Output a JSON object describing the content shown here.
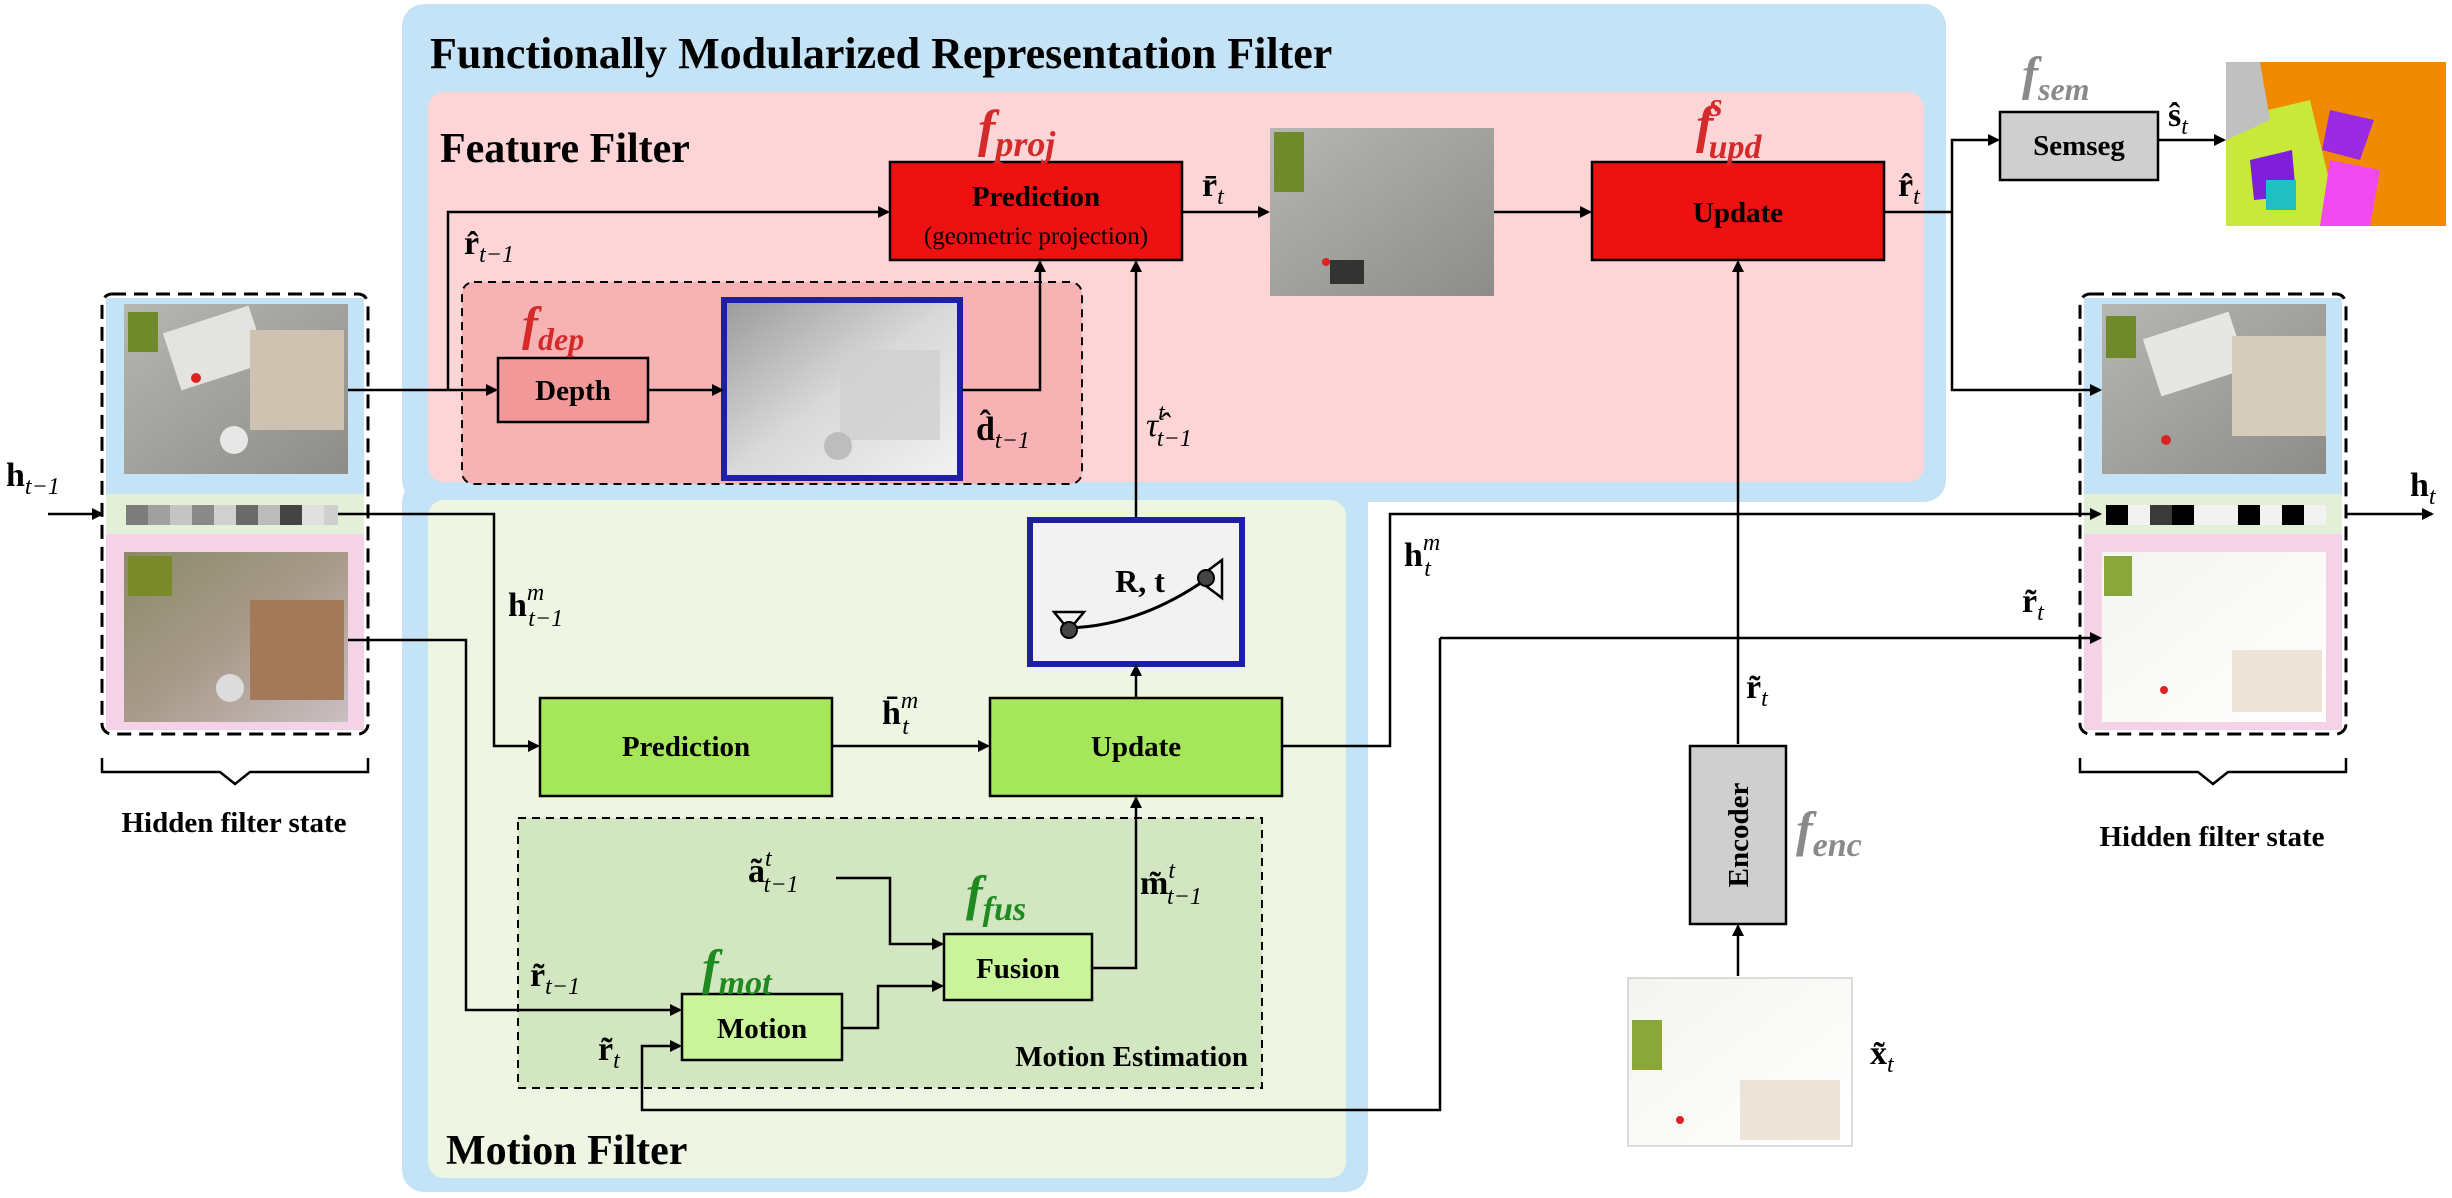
{
  "outer_title": "Functionally Modularized Representation Filter",
  "feature_filter": {
    "title": "Feature Filter",
    "prediction": {
      "line1": "Prediction",
      "line2": "(geometric projection)"
    },
    "update": "Update",
    "depth": "Depth",
    "f_proj": "f",
    "f_proj_sub": "proj",
    "f_dep": "f",
    "f_dep_sub": "dep",
    "f_upd": "f",
    "f_upd_sup": "s",
    "f_upd_sub": "upd"
  },
  "motion_filter": {
    "title": "Motion Filter",
    "prediction": "Prediction",
    "update": "Update",
    "fusion": "Fusion",
    "motion": "Motion",
    "motion_estimation": "Motion Estimation",
    "pose_label": "R, t",
    "f_fus": "f",
    "f_fus_sub": "fus",
    "f_mot": "f",
    "f_mot_sub": "mot"
  },
  "semseg": {
    "label": "Semseg",
    "f_sem": "f",
    "f_sem_sub": "sem"
  },
  "encoder": {
    "label": "Encoder",
    "f_enc": "f",
    "f_enc_sub": "enc"
  },
  "hidden_state_label_left": "Hidden filter state",
  "hidden_state_label_right": "Hidden filter state",
  "signals": {
    "h_tm1": {
      "base": "h",
      "sub": "t−1"
    },
    "h_t": {
      "base": "h",
      "sub": "t"
    },
    "r_hat_tm1": {
      "base": "r̂",
      "sub": "t−1"
    },
    "r_bar_t": {
      "base": "r̄",
      "sub": "t"
    },
    "r_hat_t": {
      "base": "r̂",
      "sub": "t"
    },
    "s_hat_t": {
      "base": "ŝ",
      "sub": "t"
    },
    "d_hat_tm1": {
      "base": "d̂",
      "sub": "t−1"
    },
    "tau_hat": {
      "base": "τ̂",
      "sub": "t−1",
      "sup": "t"
    },
    "h_m_tm1": {
      "base": "h",
      "sub": "t−1",
      "sup": "m"
    },
    "h_bar_m_t": {
      "base": "h̄",
      "sub": "t",
      "sup": "m"
    },
    "h_m_t": {
      "base": "h",
      "sub": "t",
      "sup": "m"
    },
    "a_tilde": {
      "base": "ã",
      "sub": "t−1",
      "sup": "t"
    },
    "m_tilde": {
      "base": "m̃",
      "sub": "t−1",
      "sup": "t"
    },
    "r_tilde_tm1": {
      "base": "r̃",
      "sub": "t−1"
    },
    "r_tilde_t_a": {
      "base": "r̃",
      "sub": "t"
    },
    "r_tilde_t_b": {
      "base": "r̃",
      "sub": "t"
    },
    "r_tilde_t_c": {
      "base": "r̃",
      "sub": "t"
    },
    "x_tilde_t": {
      "base": "x̃",
      "sub": "t"
    }
  },
  "colors": {
    "outer_bg": "#c5e3f6",
    "feature_bg": "#fdd5d6",
    "depth_sub_bg": "#f7b3b4",
    "motion_bg": "#eef6e3",
    "motion_est_bg": "#d2e6c1",
    "red_box": "#ee1111",
    "depth_box": "#f39898",
    "green_box": "#a5e65a",
    "light_green_box": "#c9f49a",
    "gray_box": "#cfcfcf",
    "blue_frame": "#1f1fa5",
    "f_red": "#d42a2a",
    "f_green": "#1f8a1f",
    "f_gray": "#8a8a8a"
  }
}
